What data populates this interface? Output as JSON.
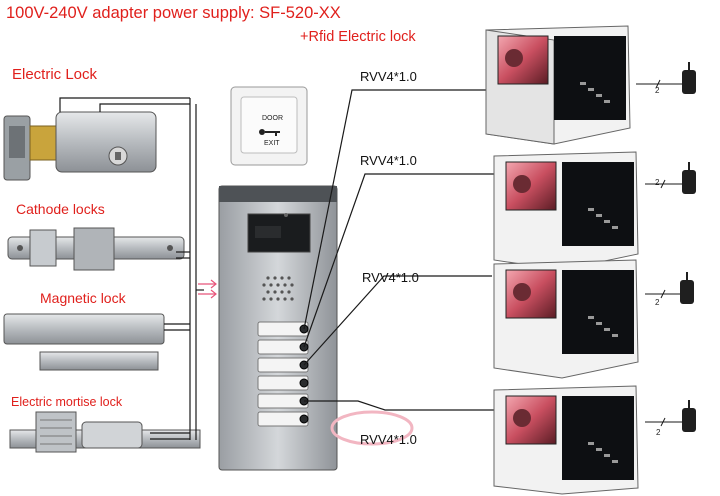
{
  "header": {
    "title": "100V-240V adapter power supply: SF-520-XX",
    "subtitle": "+Rfid Electric lock"
  },
  "locks": [
    {
      "label": "Electric Lock"
    },
    {
      "label": "Cathode locks"
    },
    {
      "label": "Magnetic lock"
    },
    {
      "label": "Electric mortise lock"
    }
  ],
  "exit_button": {
    "line1": "DOOR",
    "line2": "EXIT"
  },
  "cables": [
    "RVV4*1.0",
    "RVV4*1.0",
    "RVV4*1.0",
    "RVV4*1.0"
  ],
  "adapter_wire_count": [
    "2",
    "2",
    "2",
    "2"
  ],
  "colors": {
    "label_red": "#e0201c",
    "wire": "#1a1a1a",
    "arrow": "#e8557a"
  }
}
